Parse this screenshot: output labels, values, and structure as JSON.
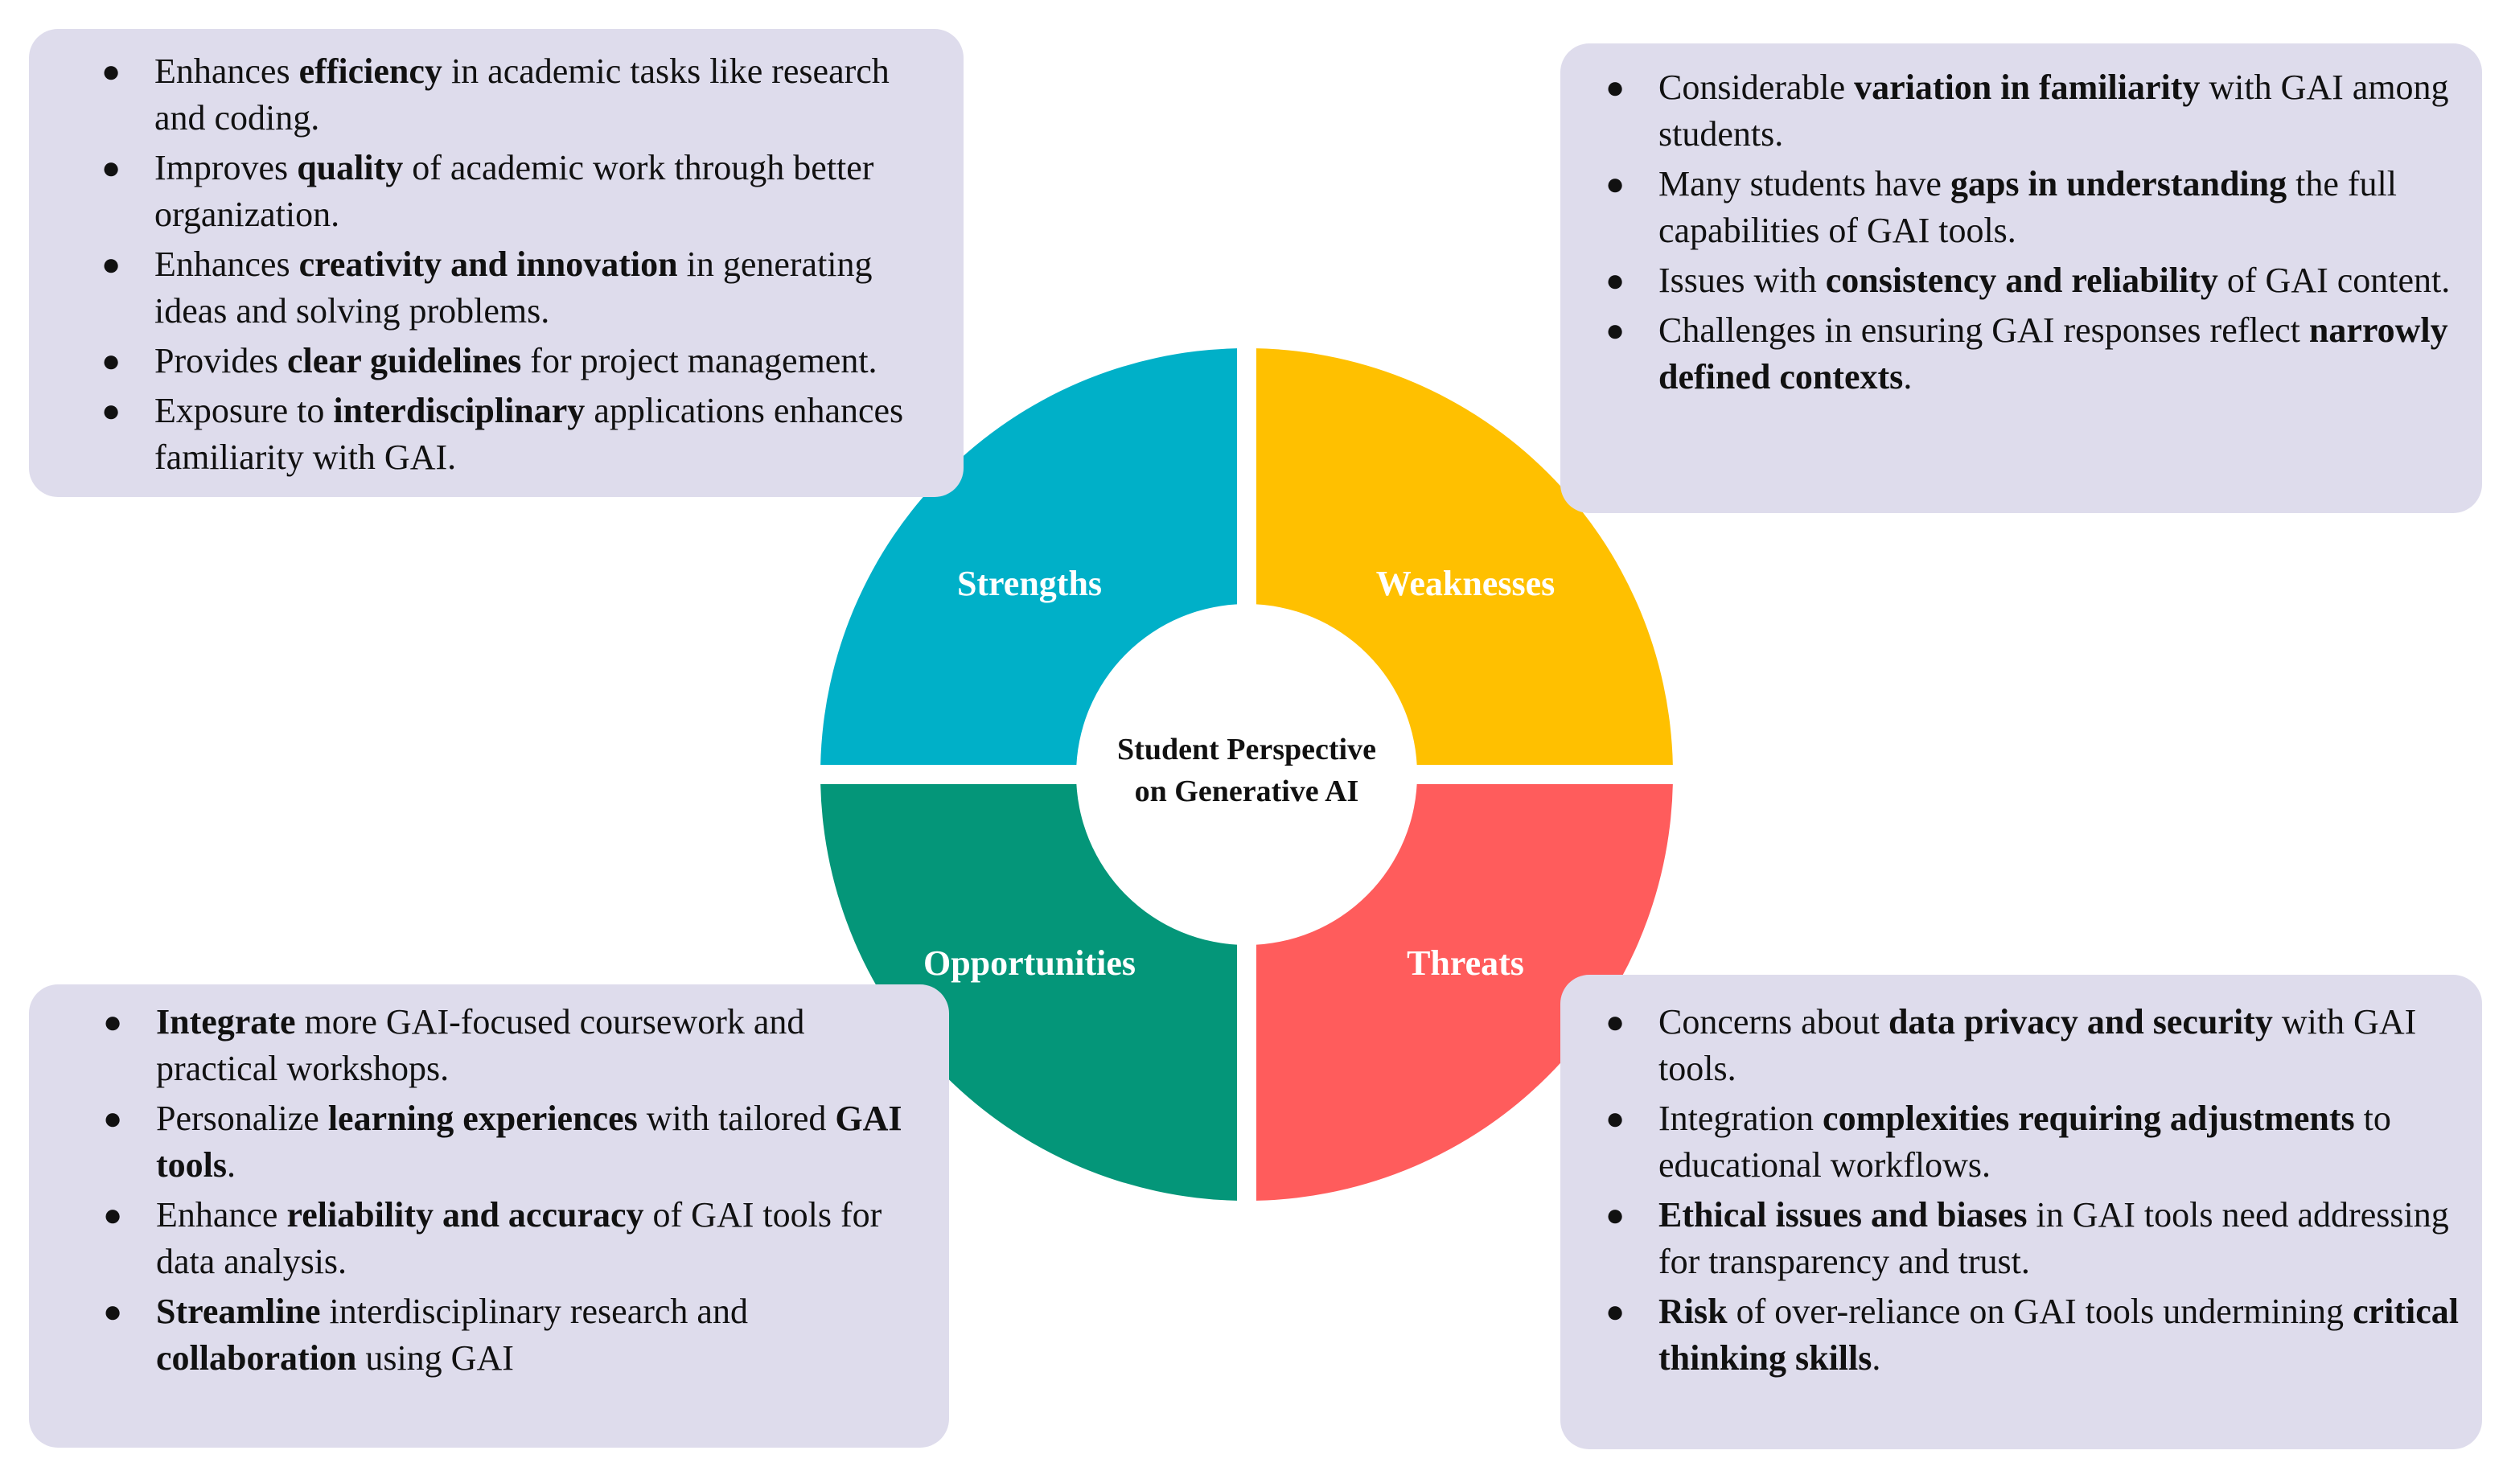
{
  "center": {
    "line1": "Student Perspective",
    "line2": "on Generative AI"
  },
  "segments": {
    "strengths": {
      "label": "Strengths",
      "color": "#00b0c8"
    },
    "weaknesses": {
      "label": "Weaknesses",
      "color": "#ffc000"
    },
    "opportunities": {
      "label": "Opportunities",
      "color": "#049679"
    },
    "threats": {
      "label": "Threats",
      "color": "#ff5c5c"
    }
  },
  "box_color": "#dedcec",
  "strengths_items": [
    {
      "pre": "Enhances ",
      "bold": "efficiency",
      "post": " in academic tasks like research and coding."
    },
    {
      "pre": "Improves ",
      "bold": "quality",
      "post": " of academic work through better organization."
    },
    {
      "pre": "Enhances ",
      "bold": "creativity and innovation",
      "post": " in generating ideas and solving problems."
    },
    {
      "pre": "Provides ",
      "bold": "clear guidelines",
      "post": " for project management."
    },
    {
      "pre": "Exposure to ",
      "bold": "interdisciplinary",
      "post": " applications enhances familiarity with GAI."
    }
  ],
  "weaknesses_items": [
    {
      "pre": "Considerable ",
      "bold": "variation in familiarity",
      "post": " with GAI among students."
    },
    {
      "pre": "Many students have ",
      "bold": "gaps in understanding",
      "post": " the full capabilities of GAI tools."
    },
    {
      "pre": "Issues with ",
      "bold": "consistency and reliability",
      "post": " of GAI content."
    },
    {
      "pre": "Challenges in ensuring GAI responses reflect ",
      "bold": "narrowly defined contexts",
      "post": "."
    }
  ],
  "opportunities_items": [
    {
      "pre": "",
      "bold": "Integrate",
      "post": " more GAI-focused coursework and practical workshops.",
      "pre2": "",
      "bold2": "",
      "post2": ""
    },
    {
      "pre": "Personalize ",
      "bold": "learning experiences",
      "post": " with tailored ",
      "pre2": "",
      "bold2": "GAI tools",
      "post2": "."
    },
    {
      "pre": "Enhance ",
      "bold": "reliability and accuracy",
      "post": " of GAI tools for data analysis.",
      "pre2": "",
      "bold2": "",
      "post2": ""
    },
    {
      "pre": "",
      "bold": "Streamline",
      "post": " interdisciplinary research and ",
      "pre2": "",
      "bold2": "collaboration",
      "post2": " using GAI"
    }
  ],
  "threats_items": [
    {
      "pre": "Concerns about ",
      "bold": "data privacy and security",
      "post": " with GAI tools.",
      "bold2": "",
      "post2": ""
    },
    {
      "pre": "Integration ",
      "bold": "complexities requiring adjustments",
      "post": " to educational workflows.",
      "bold2": "",
      "post2": ""
    },
    {
      "pre": "",
      "bold": "Ethical issues and biases",
      "post": " in GAI tools need addressing for transparency and trust.",
      "bold2": "",
      "post2": ""
    },
    {
      "pre": "",
      "bold": "Risk",
      "post": " of over-reliance on GAI tools undermining ",
      "bold2": "critical thinking skills",
      "post2": "."
    }
  ]
}
